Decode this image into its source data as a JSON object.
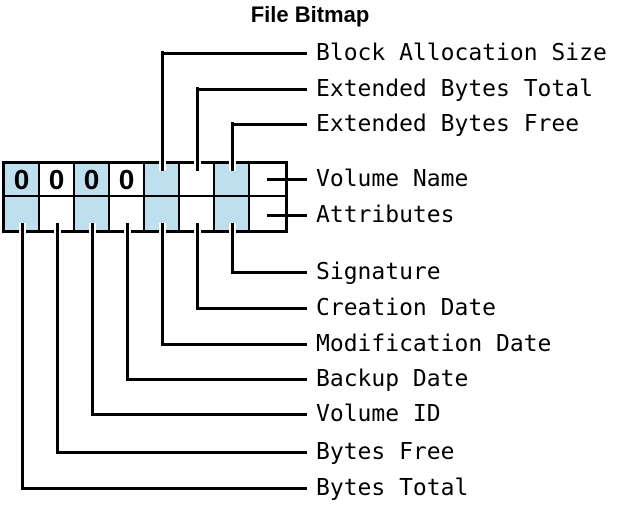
{
  "title": "File Bitmap",
  "colors": {
    "cell_fill": "#bddfee",
    "line_color": "#000000",
    "background": "#ffffff"
  },
  "bitmap": {
    "rows": 2,
    "columns": 8,
    "shaded_columns": [
      1,
      3,
      5,
      7
    ],
    "top_row_values": [
      "0",
      "0",
      "0",
      "0",
      "",
      "",
      "",
      ""
    ],
    "bottom_row_values": [
      "",
      "",
      "",
      "",
      "",
      "",
      "",
      ""
    ]
  },
  "labels": {
    "top": [
      "Block Allocation Size",
      "Extended Bytes Total",
      "Extended Bytes Free"
    ],
    "right": [
      "Volume Name",
      "Attributes"
    ],
    "bottom": [
      "Signature",
      "Creation Date",
      "Modification Date",
      "Backup Date",
      "Volume ID",
      "Bytes Free",
      "Bytes Total"
    ]
  }
}
